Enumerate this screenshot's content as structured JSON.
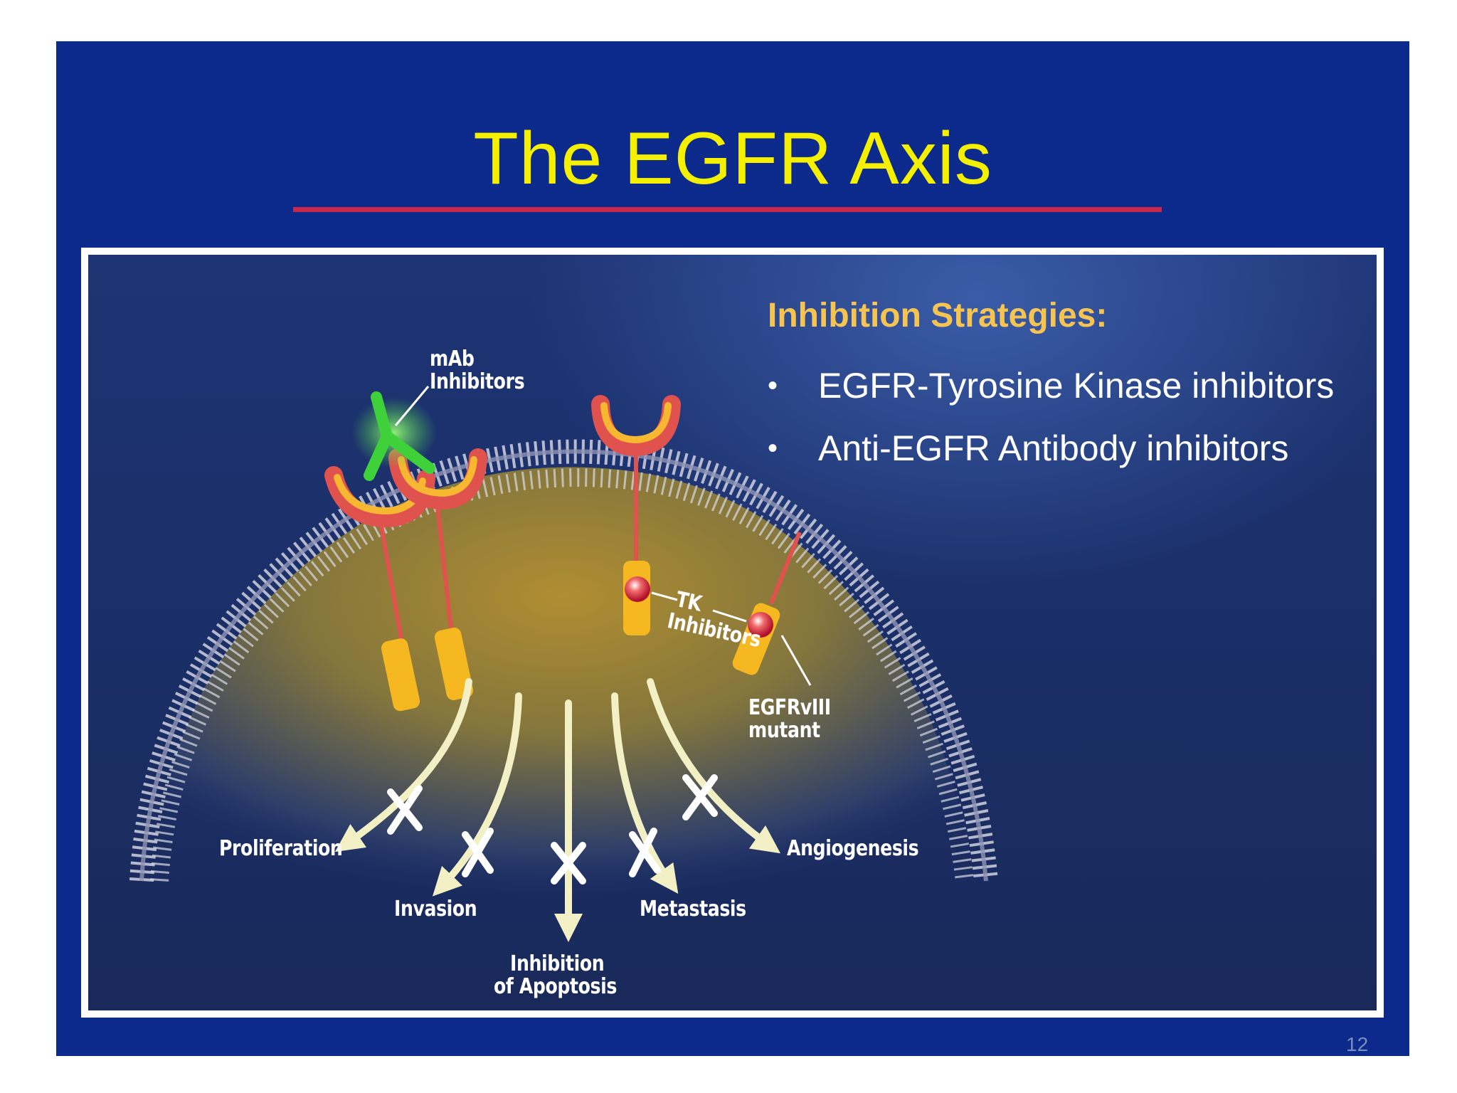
{
  "slide": {
    "title": "The EGFR Axis",
    "page_number": "12"
  },
  "strategies": {
    "heading": "Inhibition Strategies:",
    "bullet_symbol": "•",
    "items": [
      "EGFR-Tyrosine Kinase inhibitors",
      "Anti-EGFR Antibody inhibitors"
    ]
  },
  "diagram": {
    "labels": {
      "mab_line1": "mAb",
      "mab_line2": "Inhibitors",
      "tk_line1": "TK",
      "tk_line2": "Inhibitors",
      "egfrviii_line1": "EGFRvIII",
      "egfrviii_line2": "mutant",
      "proliferation": "Proliferation",
      "invasion": "Invasion",
      "apoptosis_line1": "Inhibition",
      "apoptosis_line2": "of Apoptosis",
      "metastasis": "Metastasis",
      "angiogenesis": "Angiogenesis"
    }
  },
  "colors": {
    "slide_background": "#0b2a8c",
    "title": "#f4f000",
    "title_rule": "#c8284c",
    "heading": "#f5c451",
    "antibody": "#3fd13a",
    "receptor_outer": "#e0524e",
    "receptor_inner": "#f7b731",
    "kinase_domain": "#f5b820",
    "arrow": "#f2f0c4"
  }
}
